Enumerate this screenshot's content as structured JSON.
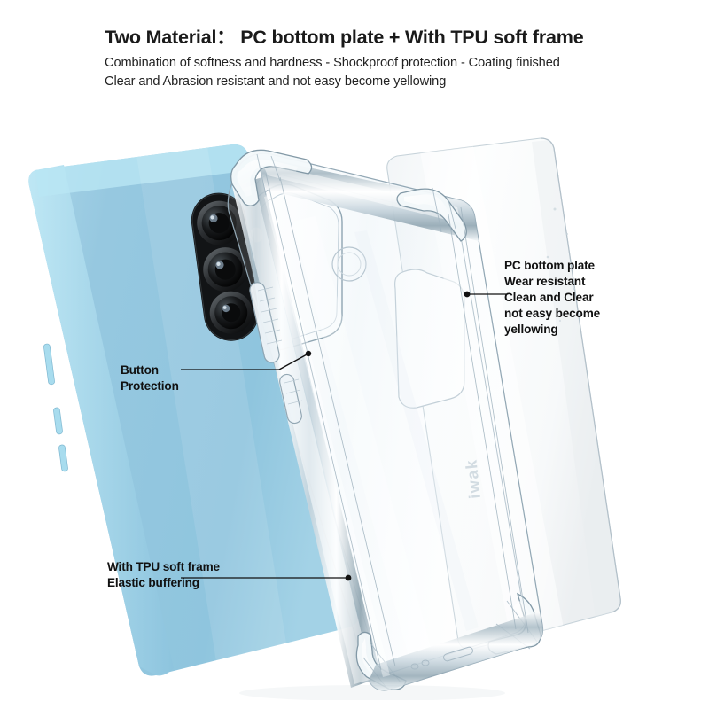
{
  "header": {
    "title": "Two Material：  PC bottom plate + With TPU soft frame",
    "sub1": "Combination of softness and hardness - Shockproof protection - Coating finished",
    "sub2": "Clear and Abrasion resistant and not easy become yellowing"
  },
  "callouts": {
    "pc_plate": {
      "lines": [
        "PC bottom plate",
        "Wear resistant",
        "Clean and Clear",
        "not easy become",
        "yellowing"
      ]
    },
    "button": {
      "lines": [
        "Button",
        "Protection"
      ]
    },
    "tpu": {
      "lines": [
        "With TPU soft frame",
        "Elastic buffering"
      ]
    }
  },
  "product": {
    "phone_color": "#97c9e0",
    "phone_edge_color": "#b8e4f2",
    "case_tint": "#eef5f9",
    "pc_plate_color": "#fbfcfd",
    "camera_island_color": "#111111",
    "brand_logo": "iwak",
    "leader_color": "#111111",
    "background": "#ffffff"
  }
}
